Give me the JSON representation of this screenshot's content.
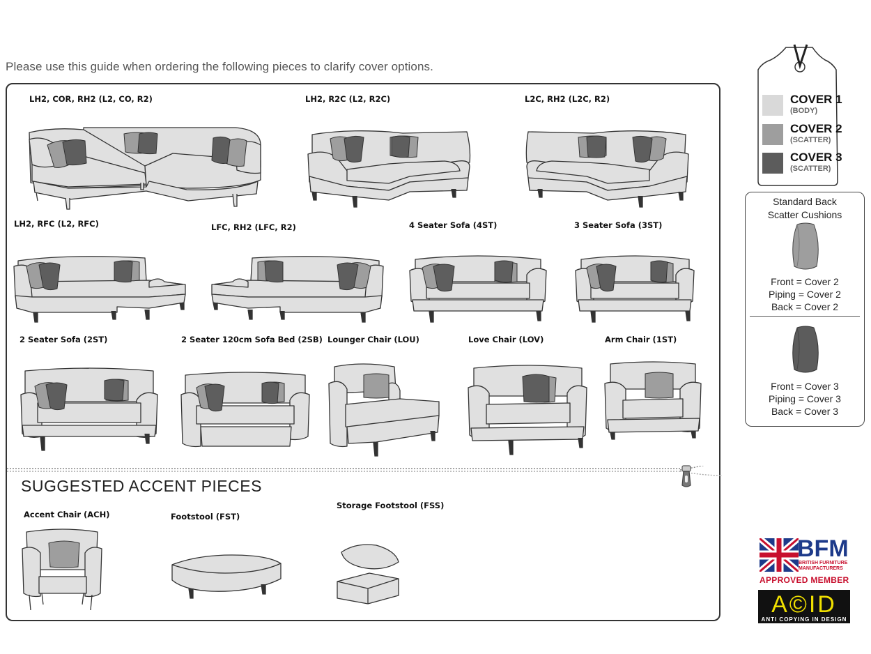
{
  "intro": "Please use this guide when ordering the following pieces to clarify cover options.",
  "pieces": [
    {
      "label": "LH2, COR, RH2 (L2, CO, R2)"
    },
    {
      "label": "LH2, R2C (L2, R2C)"
    },
    {
      "label": "L2C, RH2 (L2C, R2)"
    },
    {
      "label": "LH2, RFC (L2, RFC)"
    },
    {
      "label": "LFC, RH2 (LFC, R2)"
    },
    {
      "label": "4 Seater Sofa (4ST)"
    },
    {
      "label": "3 Seater Sofa (3ST)"
    },
    {
      "label": "2 Seater Sofa (2ST)"
    },
    {
      "label": "2 Seater 120cm Sofa Bed (2SB)"
    },
    {
      "label": "Lounger Chair (LOU)"
    },
    {
      "label": "Love Chair (LOV)"
    },
    {
      "label": "Arm Chair (1ST)"
    }
  ],
  "accent": {
    "heading": "SUGGESTED ACCENT PIECES",
    "items": [
      {
        "label": "Accent Chair (ACH)"
      },
      {
        "label": "Footstool (FST)"
      },
      {
        "label": "Storage Footstool (FSS)"
      }
    ]
  },
  "covers": [
    {
      "name": "COVER 1",
      "sub": "(BODY)",
      "color": "#d9d9d9"
    },
    {
      "name": "COVER 2",
      "sub": "(SCATTER)",
      "color": "#9e9e9e"
    },
    {
      "name": "COVER 3",
      "sub": "(SCATTER)",
      "color": "#5c5c5c"
    }
  ],
  "scatter": {
    "title_line1": "Standard Back",
    "title_line2": "Scatter Cushions",
    "option1": [
      "Front = Cover 2",
      "Piping = Cover 2",
      "Back = Cover 2"
    ],
    "option2": [
      "Front = Cover 3",
      "Piping = Cover 3",
      "Back = Cover 3"
    ]
  },
  "logos": {
    "bfm_main": "BFM",
    "bfm_sub1": "BRITISH FURNITURE",
    "bfm_sub2": "MANUFACTURERS",
    "bfm_approved": "APPROVED MEMBER",
    "acid": "A©ID",
    "acid_sub": "ANTI COPYING IN DESIGN"
  },
  "colors": {
    "body": "#e0e0e0",
    "scatter_light": "#9e9e9e",
    "scatter_dark": "#5e5e5e",
    "outline": "#333333",
    "bfm_red": "#c8102e",
    "bfm_blue": "#1d3a8a",
    "acid_yellow": "#f0e000"
  }
}
